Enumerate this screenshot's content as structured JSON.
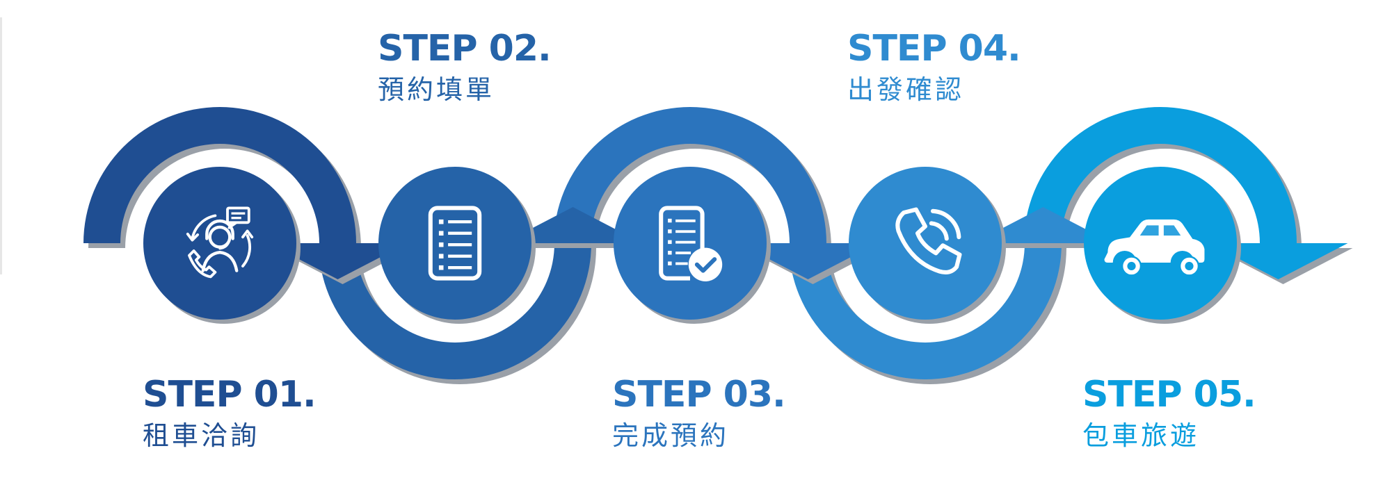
{
  "colors": {
    "step1": "#1f4e92",
    "step2": "#2563a8",
    "step3": "#2b74bd",
    "step4": "#2f8bd0",
    "step5": "#0a9ede",
    "shadow": "#9aa0a8",
    "icon": "#ffffff"
  },
  "steps": [
    {
      "title": "STEP 01.",
      "subtitle": "租車洽詢",
      "icon": "customer-service-icon",
      "color": "#1f4e92"
    },
    {
      "title": "STEP 02.",
      "subtitle": "預約填單",
      "icon": "form-list-icon",
      "color": "#2563a8"
    },
    {
      "title": "STEP 03.",
      "subtitle": "完成預約",
      "icon": "document-check-icon",
      "color": "#2b74bd"
    },
    {
      "title": "STEP 04.",
      "subtitle": "出發確認",
      "icon": "phone-call-icon",
      "color": "#2f8bd0"
    },
    {
      "title": "STEP 05.",
      "subtitle": "包車旅遊",
      "icon": "car-icon",
      "color": "#0a9ede"
    }
  ]
}
